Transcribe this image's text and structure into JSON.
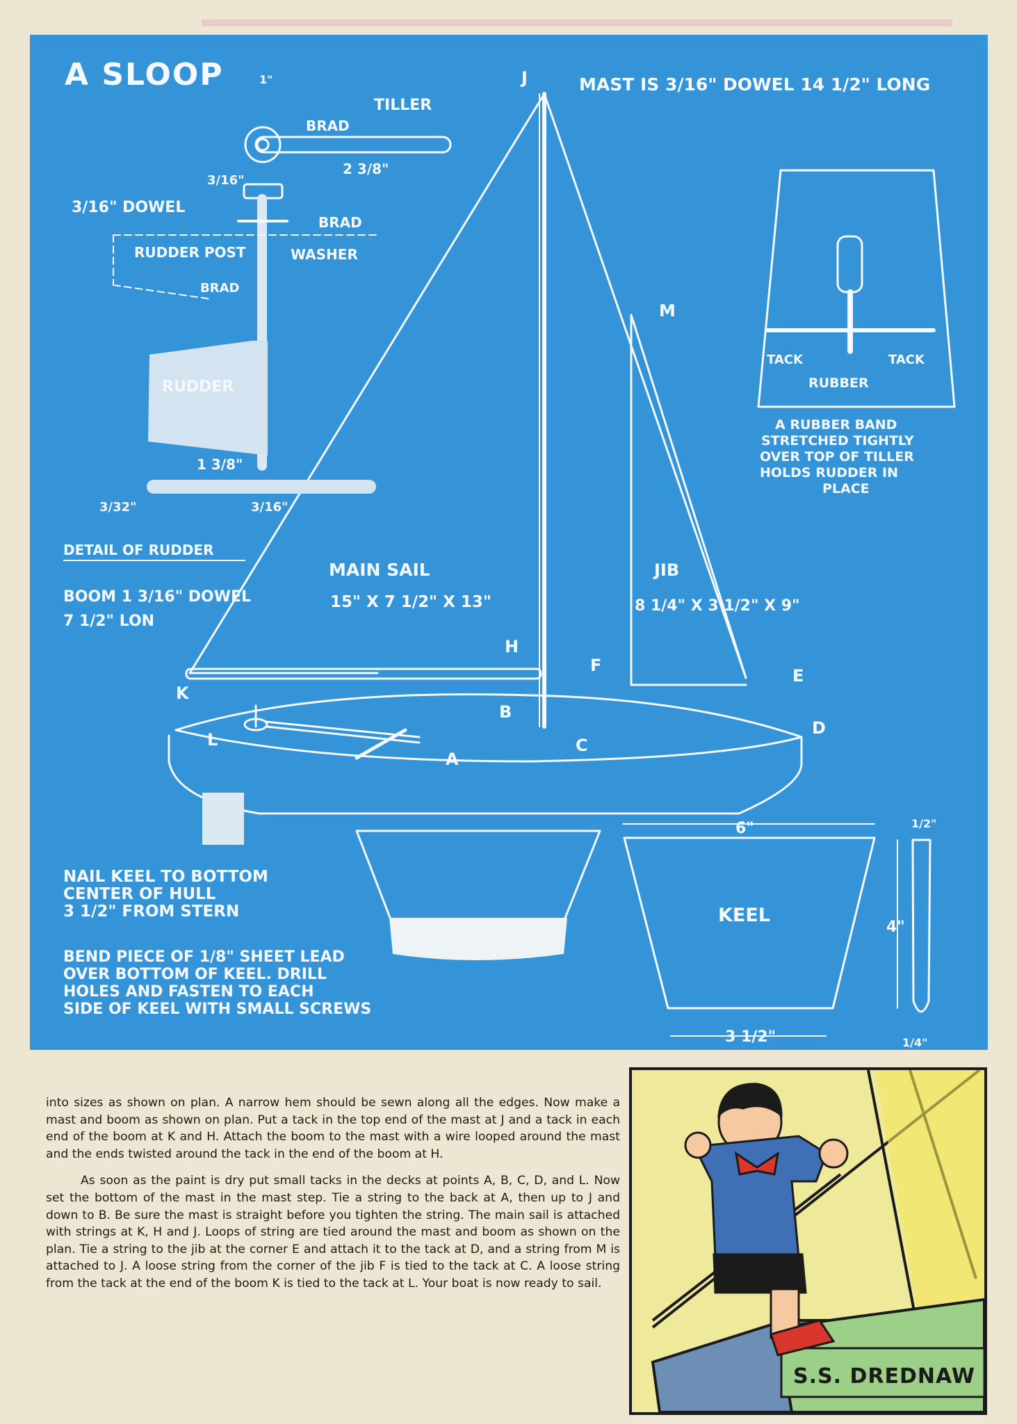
{
  "blueprint": {
    "title": "A SLOOP",
    "mast_note": "MAST IS 3/16\" DOWEL 14 1/2\" LONG",
    "rudder_detail": {
      "tiller": "TILLER",
      "brad_top": "BRAD",
      "dim_one": "1\"",
      "dim_two_three_eighths": "2 3/8\"",
      "dim_three_sixteenths": "3/16\"",
      "dowel": "3/16\" DOWEL",
      "brad_mid": "BRAD",
      "rudder_post": "RUDDER POST",
      "washer": "WASHER",
      "brad_low": "BRAD",
      "rudder": "RUDDER",
      "dim_one_three_eighths": "1 3/8\"",
      "dim_three_thirtyseconds": "3/32\"",
      "dim_three_sixteenths_b": "3/16\"",
      "caption": "DETAIL OF RUDDER"
    },
    "tiller_detail": {
      "tack_left": "TACK",
      "tack_right": "TACK",
      "rubber": "RUBBER",
      "note": [
        "A RUBBER BAND",
        "STRETCHED TIGHTLY",
        "OVER TOP OF TILLER",
        "HOLDS RUDDER IN",
        "PLACE"
      ]
    },
    "main_sail": "MAIN SAIL",
    "main_sail_dims": "15\" X 7 1/2\" X 13\"",
    "jib": "JIB",
    "jib_dims": "8 1/4\" X 3 1/2\" X 9\"",
    "boom_note": [
      "BOOM 1 3/16\" DOWEL",
      "7 1/2\" LON"
    ],
    "points": [
      "J",
      "M",
      "H",
      "F",
      "E",
      "K",
      "B",
      "L",
      "A",
      "C",
      "D"
    ],
    "keel_note": [
      "NAIL KEEL TO BOTTOM",
      "CENTER OF HULL",
      "3 1/2\" FROM STERN"
    ],
    "lead_note": [
      "BEND PIECE OF 1/8\" SHEET LEAD",
      "OVER BOTTOM OF KEEL. DRILL",
      "HOLES AND FASTEN TO EACH",
      "SIDE OF KEEL WITH SMALL SCREWS"
    ],
    "keel": "KEEL",
    "keel_width": "6\"",
    "keel_height": "4\"",
    "keel_bottom": "3 1/2\"",
    "keel_thickness": "1/2\"",
    "keel_thickness_bottom": "1/4\""
  },
  "instructions": {
    "para1": "into sizes as shown on plan. A narrow hem should be sewn along all the edges. Now make a mast and boom as shown on plan. Put a tack in the top end of the mast at J and a tack in each end of the boom at K and H. Attach the boom to the mast with a wire looped around the mast and the ends twisted around the tack in the end of the boom at H.",
    "para2": "As soon as the paint is dry put small tacks in the decks at points A, B, C, D, and L. Now set the bottom of the mast in the mast step. Tie a string to the back at A, then up to J and down to B. Be sure the mast is straight before you tighten the string. The main sail is attached with strings at K, H and J. Loops of string are tied around the mast and boom as shown on the plan. Tie a string to the jib at the corner E and attach it to the tack at D, and a string from M is attached to J. A loose string from the corner of the jib F is tied to the tack at C. A loose string from the tack at the end of the boom K is tied to the tack at L. Your boat is now ready to sail."
  },
  "comic": {
    "ship_name": "S.S. DREDNAW"
  },
  "colors": {
    "blueprint": "#3593d8",
    "line": "#f4f8ff",
    "paper": "#ece6d2",
    "comic_bg": "#efe99b"
  }
}
